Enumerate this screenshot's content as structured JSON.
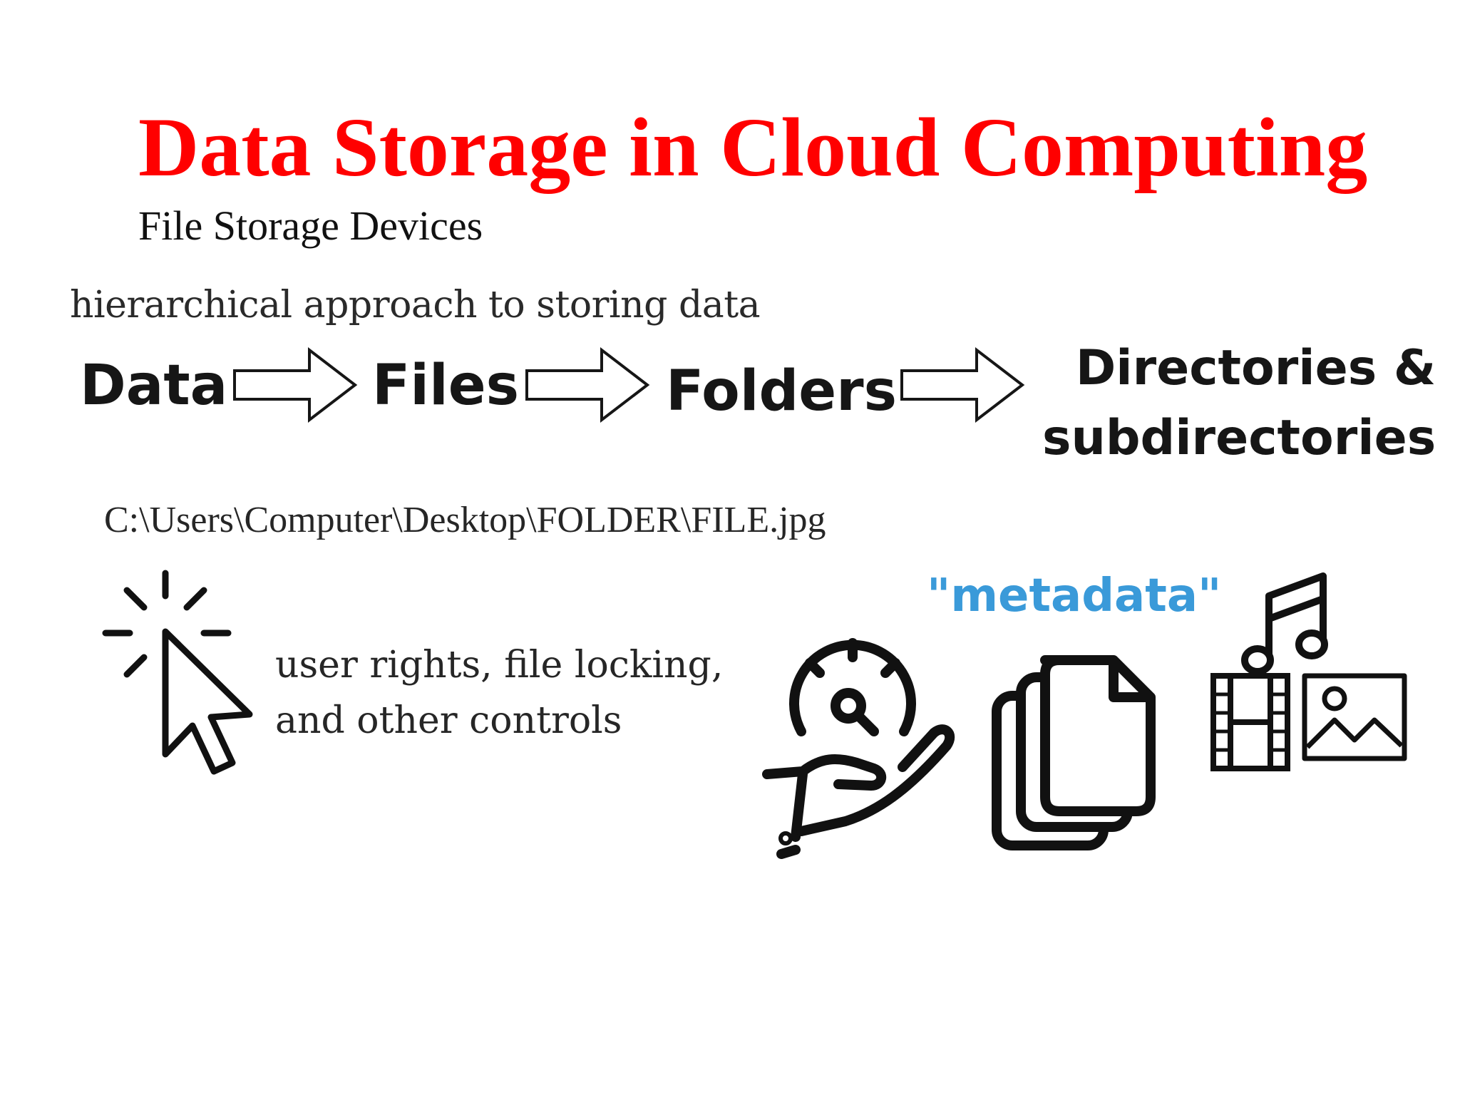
{
  "slide": {
    "title": "Data Storage in Cloud Computing",
    "subtitle": "File Storage Devices"
  },
  "hierarchy": {
    "caption": "hierarchical approach to storing data",
    "steps": [
      "Data",
      "Files",
      "Folders"
    ],
    "last_step": [
      "Directories &",
      "subdirectories"
    ]
  },
  "path_example": "C:\\Users\\Computer\\Desktop\\FOLDER\\FILE.jpg",
  "controls_text": [
    "user rights, file locking,",
    "and other controls"
  ],
  "metadata_label": "\"metadata\"",
  "icons": [
    "click-cursor-icon",
    "hand-dashboard-icon",
    "documents-stack-icon",
    "music-note-icon",
    "film-strip-icon",
    "picture-icon"
  ],
  "colors": {
    "title": "#ff0000",
    "metadata": "#3a9ad9",
    "ink": "#161616"
  }
}
